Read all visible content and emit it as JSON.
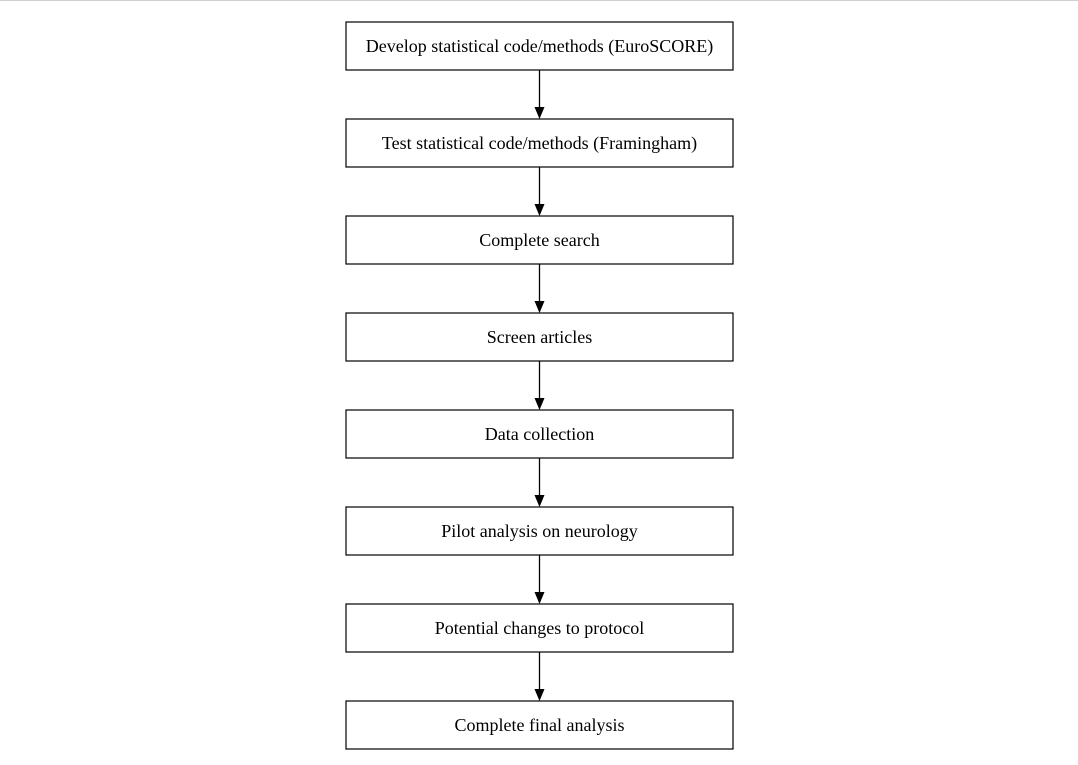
{
  "diagram": {
    "type": "vertical-flowchart",
    "steps": [
      {
        "label": "Develop statistical code/methods (EuroSCORE)"
      },
      {
        "label": "Test statistical code/methods (Framingham)"
      },
      {
        "label": "Complete search"
      },
      {
        "label": "Screen articles"
      },
      {
        "label": "Data collection"
      },
      {
        "label": "Pilot analysis on neurology"
      },
      {
        "label": "Potential changes to protocol"
      },
      {
        "label": "Complete final analysis"
      }
    ],
    "colors": {
      "background": "#ffffff",
      "stroke": "#000000",
      "text": "#000000"
    }
  }
}
